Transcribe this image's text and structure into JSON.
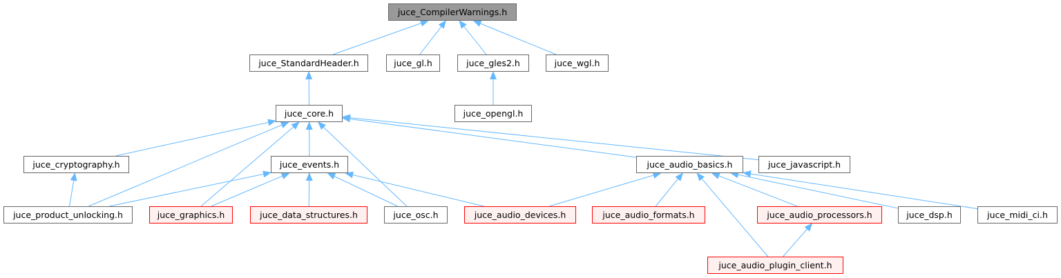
{
  "colors": {
    "edge": "#63b8ff",
    "node_border": "#666666",
    "node_fill": "#ffffff",
    "root_fill": "#999999",
    "truncated_border": "#ff0000",
    "truncated_fill": "#fff0f0"
  },
  "nodes": [
    {
      "id": "compilerwarnings",
      "label": "juce_CompilerWarnings.h",
      "style": "root"
    },
    {
      "id": "standardheader",
      "label": "juce_StandardHeader.h",
      "style": "normal"
    },
    {
      "id": "gl",
      "label": "juce_gl.h",
      "style": "normal"
    },
    {
      "id": "gles2",
      "label": "juce_gles2.h",
      "style": "normal"
    },
    {
      "id": "wgl",
      "label": "juce_wgl.h",
      "style": "normal"
    },
    {
      "id": "core",
      "label": "juce_core.h",
      "style": "normal"
    },
    {
      "id": "opengl",
      "label": "juce_opengl.h",
      "style": "normal"
    },
    {
      "id": "cryptography",
      "label": "juce_cryptography.h",
      "style": "normal"
    },
    {
      "id": "events",
      "label": "juce_events.h",
      "style": "normal"
    },
    {
      "id": "audio_basics",
      "label": "juce_audio_basics.h",
      "style": "normal"
    },
    {
      "id": "javascript",
      "label": "juce_javascript.h",
      "style": "normal"
    },
    {
      "id": "product_unlocking",
      "label": "juce_product_unlocking.h",
      "style": "normal"
    },
    {
      "id": "graphics",
      "label": "juce_graphics.h",
      "style": "truncated"
    },
    {
      "id": "data_structures",
      "label": "juce_data_structures.h",
      "style": "truncated"
    },
    {
      "id": "osc",
      "label": "juce_osc.h",
      "style": "normal"
    },
    {
      "id": "audio_devices",
      "label": "juce_audio_devices.h",
      "style": "truncated"
    },
    {
      "id": "audio_formats",
      "label": "juce_audio_formats.h",
      "style": "truncated"
    },
    {
      "id": "audio_processors",
      "label": "juce_audio_processors.h",
      "style": "truncated"
    },
    {
      "id": "dsp",
      "label": "juce_dsp.h",
      "style": "normal"
    },
    {
      "id": "midi_ci",
      "label": "juce_midi_ci.h",
      "style": "normal"
    },
    {
      "id": "audio_plugin_client",
      "label": "juce_audio_plugin_client.h",
      "style": "truncated"
    }
  ],
  "edges": [
    {
      "from": "standardheader",
      "to": "compilerwarnings"
    },
    {
      "from": "gl",
      "to": "compilerwarnings"
    },
    {
      "from": "gles2",
      "to": "compilerwarnings"
    },
    {
      "from": "wgl",
      "to": "compilerwarnings"
    },
    {
      "from": "core",
      "to": "standardheader"
    },
    {
      "from": "opengl",
      "to": "gles2"
    },
    {
      "from": "cryptography",
      "to": "core"
    },
    {
      "from": "product_unlocking",
      "to": "core"
    },
    {
      "from": "graphics",
      "to": "core"
    },
    {
      "from": "events",
      "to": "core"
    },
    {
      "from": "osc",
      "to": "core"
    },
    {
      "from": "audio_basics",
      "to": "core"
    },
    {
      "from": "javascript",
      "to": "core"
    },
    {
      "from": "product_unlocking",
      "to": "cryptography"
    },
    {
      "from": "product_unlocking",
      "to": "events"
    },
    {
      "from": "graphics",
      "to": "events"
    },
    {
      "from": "data_structures",
      "to": "events"
    },
    {
      "from": "osc",
      "to": "events"
    },
    {
      "from": "audio_devices",
      "to": "events"
    },
    {
      "from": "audio_devices",
      "to": "audio_basics"
    },
    {
      "from": "audio_formats",
      "to": "audio_basics"
    },
    {
      "from": "audio_plugin_client",
      "to": "audio_basics"
    },
    {
      "from": "audio_processors",
      "to": "audio_basics"
    },
    {
      "from": "dsp",
      "to": "audio_basics"
    },
    {
      "from": "midi_ci",
      "to": "audio_basics"
    },
    {
      "from": "audio_plugin_client",
      "to": "audio_processors"
    }
  ]
}
